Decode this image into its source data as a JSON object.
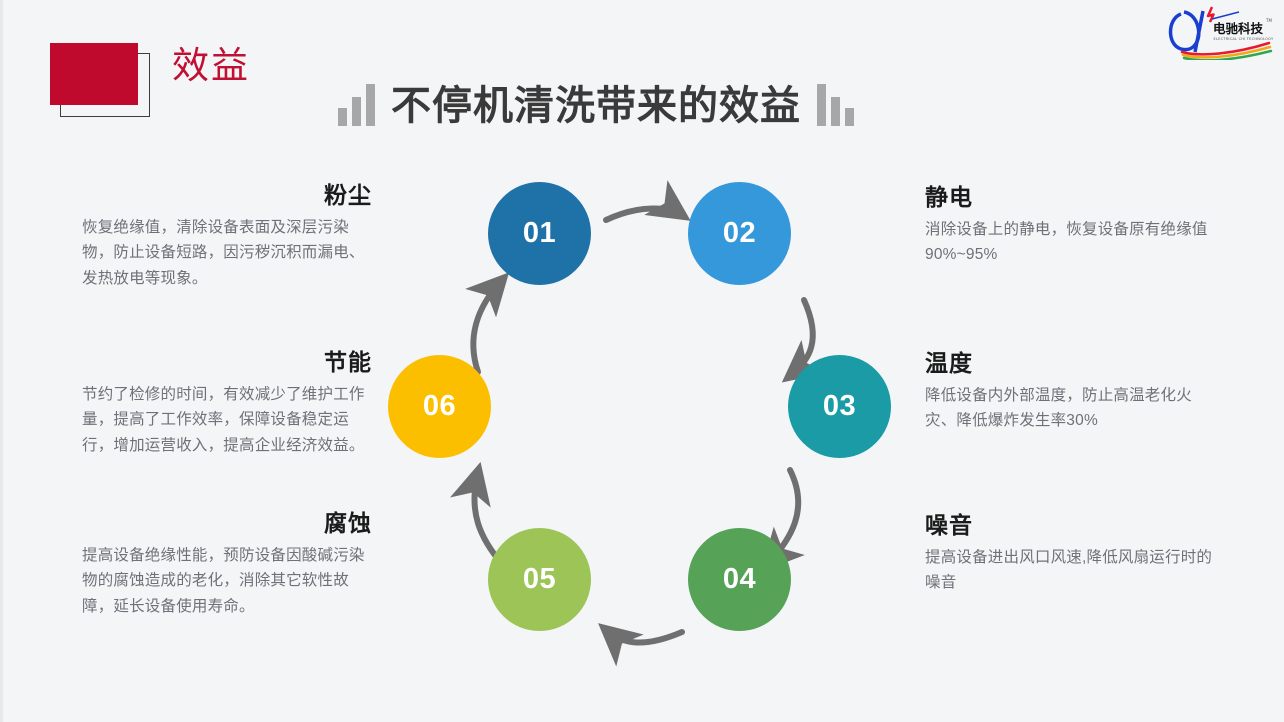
{
  "header": {
    "badge_label": "效益",
    "badge_color": "#bf0a2e",
    "title": "不停机清洗带来的效益",
    "title_color": "#3a3a3a",
    "deco_left_icon": "bar-chart-ascending-icon",
    "deco_right_icon": "bar-chart-descending-icon"
  },
  "logo": {
    "name": "dianchi-technology-logo",
    "cn_text": "电驰科技",
    "en_text": "ELECTRICAL CHI TECHNOLOGY",
    "tm": "TM"
  },
  "diagram": {
    "type": "cycle",
    "nodes": [
      {
        "number": "01",
        "color": "#1f72a8",
        "topic": "粉尘"
      },
      {
        "number": "02",
        "color": "#3498db",
        "topic": "静电"
      },
      {
        "number": "03",
        "color": "#1a9ba5",
        "topic": "温度"
      },
      {
        "number": "04",
        "color": "#56a257",
        "topic": "噪音"
      },
      {
        "number": "05",
        "color": "#9cc456",
        "topic": "腐蚀"
      },
      {
        "number": "06",
        "color": "#fcbf00",
        "topic": "节能"
      }
    ],
    "arrow_color": "#6f6f6f"
  },
  "blocks": {
    "dust": {
      "title": "粉尘",
      "body": "恢复绝缘值，清除设备表面及深层污染物，防止设备短路，因污秽沉积而漏电、发热放电等现象。"
    },
    "energy": {
      "title": "节能",
      "body": "节约了检修的时间，有效减少了维护工作量，提高了工作效率，保障设备稳定运行，增加运营收入，提高企业经济效益。"
    },
    "corrosion": {
      "title": "腐蚀",
      "body": "提高设备绝缘性能，预防设备因酸碱污染物的腐蚀造成的老化，消除其它软性故障，延长设备使用寿命。"
    },
    "static": {
      "title": "静电",
      "body": "消除设备上的静电，恢复设备原有绝缘值90%~95%"
    },
    "temperature": {
      "title": "温度",
      "body": "降低设备内外部温度，防止高温老化火灾、降低爆炸发生率30%"
    },
    "noise": {
      "title": "噪音",
      "body": "提高设备进出风口风速,降低风扇运行时的噪音"
    }
  }
}
